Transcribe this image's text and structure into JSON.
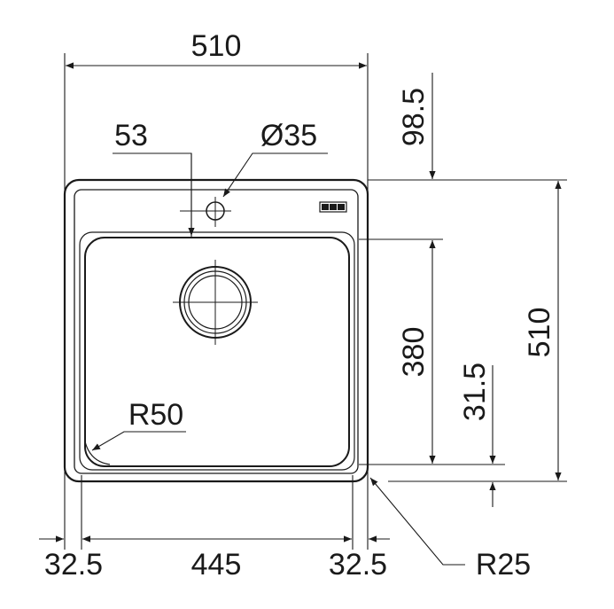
{
  "dimensions": {
    "overall_width": "510",
    "overall_height": "510",
    "bowl_width": "445",
    "bowl_height": "380",
    "left_margin": "32.5",
    "right_margin": "32.5",
    "top_offset": "98.5",
    "bottom_offset": "31.5",
    "tap_hole_offset": "53",
    "tap_hole_diameter": "Ø35",
    "bowl_corner_radius": "R50",
    "outer_corner_radius": "R25"
  },
  "colors": {
    "line": "#1a1a1a",
    "background": "#ffffff"
  }
}
